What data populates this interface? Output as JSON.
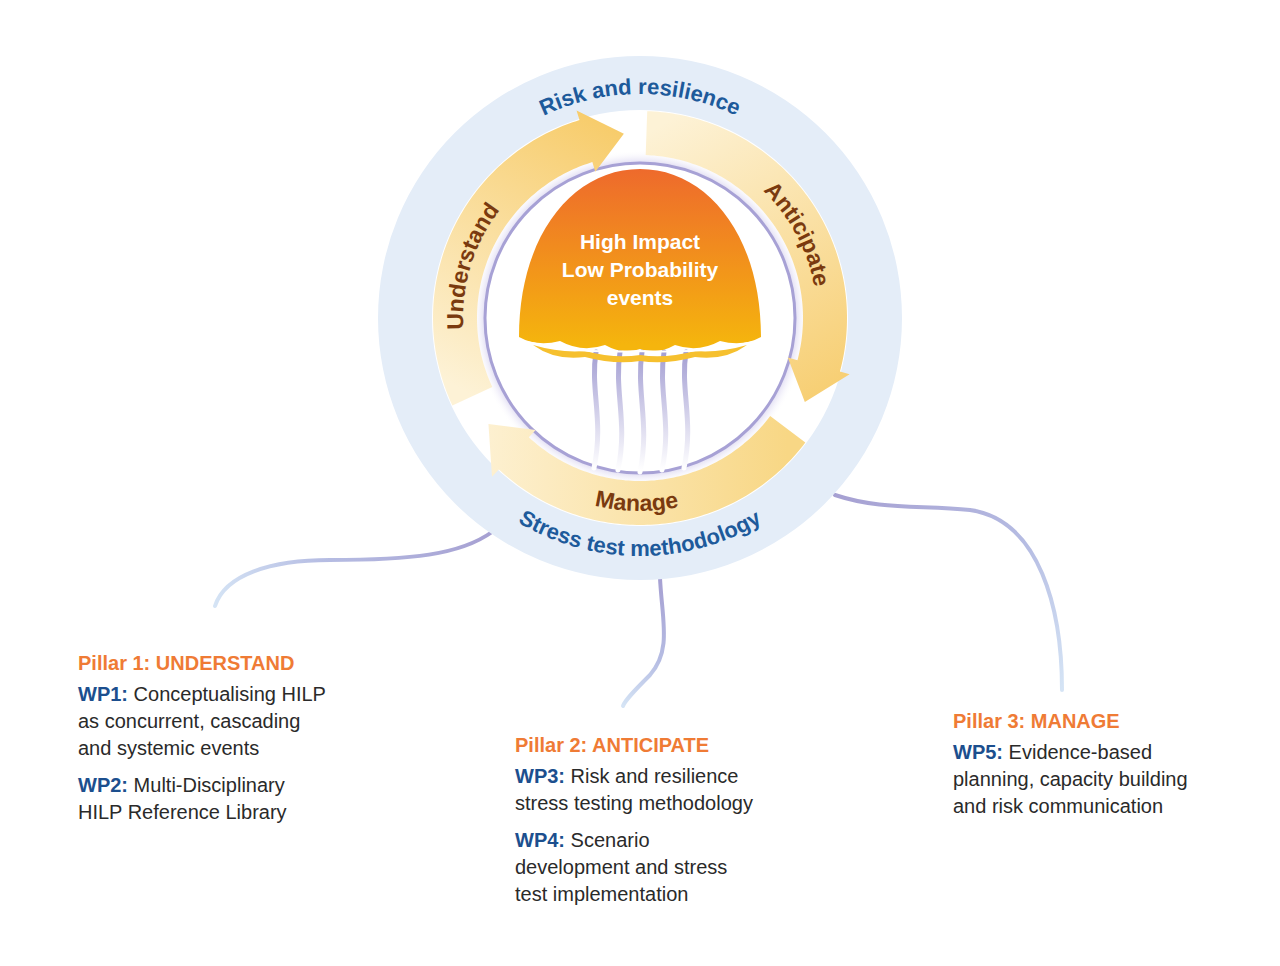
{
  "diagram": {
    "nodes": [
      {
        "text": [
          "Risk and resilience",
          "Stress test methodology"
        ]
      },
      {
        "text": [
          "Understand"
        ],
        "in": 0
      },
      {
        "text": [
          "Anticipate"
        ],
        "in": 0
      },
      {
        "text": [
          "High Impact Low Probability events"
        ],
        "in": 0
      },
      {
        "text": [
          "Manage"
        ],
        "in": 0
      }
    ],
    "labels": [
      "Pillar 1: UNDERSTAND",
      "WP1:",
      "Conceptualising HILP as concurrent, cascading and systemic events",
      "WP2:",
      "Multi-Disciplinary HILP Reference Library",
      "Pillar 2: ANTICIPATE",
      "WP3:",
      "Risk and resilience stress testing methodology",
      "WP4:",
      "Scenario development and stress test implementation",
      "Pillar 3: MANAGE",
      "WP5:",
      "Evidence-based planning, capacity building and risk communication"
    ]
  }
}
